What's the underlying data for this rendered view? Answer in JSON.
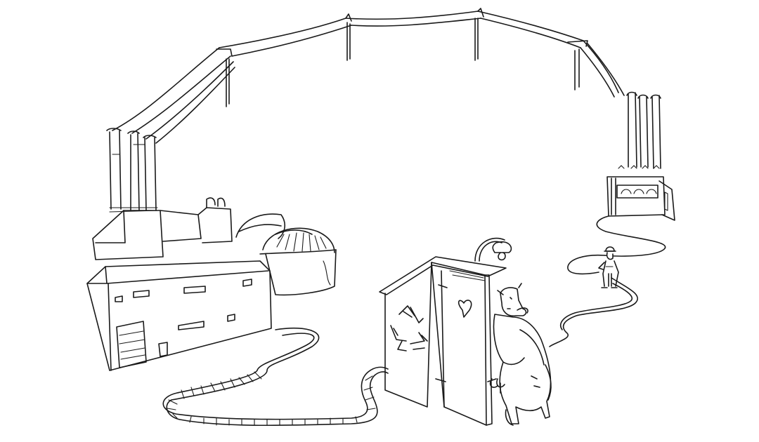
{
  "scene": {
    "background": "#ffffff",
    "ink_color": "#1a1a1a",
    "style": "black-and-white ink line drawing",
    "elements": [
      "power-plant-smokestacks",
      "factory-building",
      "digester-tanks",
      "smokestack-pipeline-hoses",
      "ground-hose",
      "outhouse",
      "recycle-icon",
      "heart-icon",
      "lamp",
      "cow",
      "distant-factory",
      "small-worker",
      "winding-hose"
    ]
  }
}
